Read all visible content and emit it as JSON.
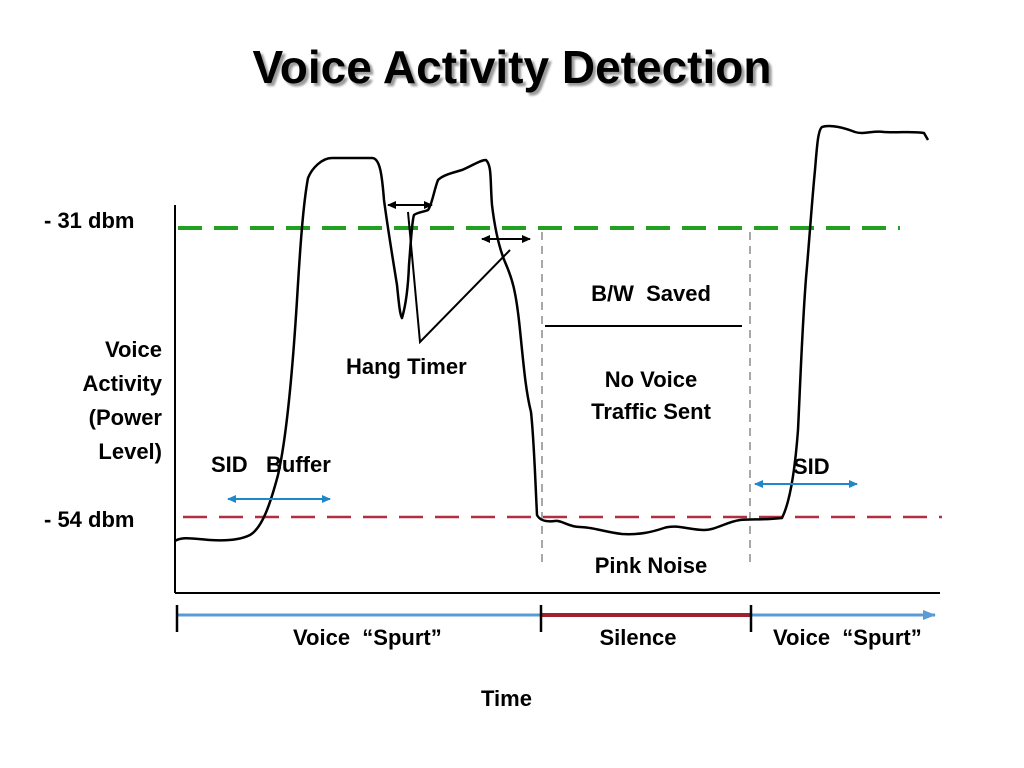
{
  "title": "Voice Activity Detection",
  "y_axis": {
    "label_lines": [
      "Voice",
      "Activity",
      "(Power",
      "Level)"
    ],
    "upper_threshold": "- 31 dbm",
    "lower_threshold": "- 54 dbm"
  },
  "x_axis": {
    "label": "Time"
  },
  "annotations": {
    "hang_timer": "Hang Timer",
    "sid_buffer": "SID   Buffer",
    "sid": "SID",
    "bw_saved": "B/W  Saved",
    "no_voice_lines": [
      "No Voice",
      "Traffic Sent"
    ],
    "pink_noise": "Pink Noise"
  },
  "timeline": {
    "segments": [
      {
        "label": "Voice  “Spurt”",
        "color": "#5b9bd5"
      },
      {
        "label": "Silence",
        "color": "#a0202e"
      },
      {
        "label": "Voice  “Spurt”",
        "color": "#5b9bd5"
      }
    ]
  },
  "colors": {
    "upper_threshold_line": "#22a022",
    "lower_threshold_line": "#b03040",
    "signal": "#000000",
    "arrow": "#1e88c8"
  }
}
